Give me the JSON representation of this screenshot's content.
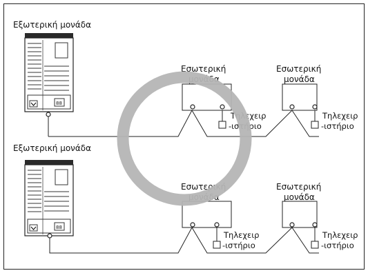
{
  "labels": {
    "outdoor_unit": "Εξωτερική μονάδα",
    "indoor_unit_line1": "Εσωτερική",
    "indoor_unit_line2": "μονάδα",
    "remote_line1": "Τηλεχειρ",
    "remote_line2": "-ιστήριο"
  },
  "systems": [
    {
      "outdoor_label": "Εξωτερική μονάδα",
      "indoor_units": [
        {
          "line1": "Εσωτερική",
          "line2": "μονάδα",
          "remote1": "Τηλεχειρ",
          "remote2": "-ιστήριο"
        },
        {
          "line1": "Εσωτερική",
          "line2": "μονάδα",
          "remote1": "Τηλεχειρ",
          "remote2": "-ιστήριο"
        }
      ]
    },
    {
      "outdoor_label": "Εξωτερική μονάδα",
      "indoor_units": [
        {
          "line1": "Εσωτερική",
          "line2": "μονάδα",
          "remote1": "Τηλεχειρ",
          "remote2": "-ιστήριο"
        },
        {
          "line1": "Εσωτερική",
          "line2": "μονάδα",
          "remote1": "Τηλεχειρ",
          "remote2": "-ιστήριο"
        }
      ]
    }
  ],
  "colors": {
    "frame": "#222222",
    "line": "#222222",
    "overlay_ring": "#b5b5b5",
    "unit_body": "#ffffff",
    "unit_top": "#2a2a2a"
  }
}
